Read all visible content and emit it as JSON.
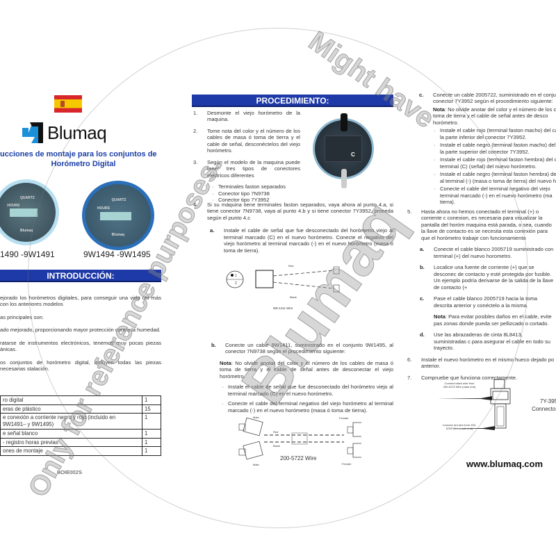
{
  "left": {
    "brand": "Blumaq",
    "title_line1": "ucciones de montaje para los conjuntos de",
    "title_line2": "Horómetro Digital",
    "gauge_text": {
      "quartz": "QUARTZ",
      "hours": "HOURS",
      "brand": "Blumaq"
    },
    "caption1": "1490 -9W1491",
    "caption2": "9W1494 -9W1495",
    "intro_header": "INTRODUCCIÓN:",
    "intro": [
      "ejorado los horómetros digitales, para conseguir  una vida útil más con los anteriores modelos",
      "as principales son:",
      "ado mejorado, proporcionando mayor protección contra la humedad.",
      "ratarse de instrumentos electrónicos, tenemos muy pocas piezas ánicas.",
      "os conjuntos de horómetro digital, incluyen todas las piezas necesarias stalación."
    ],
    "table": [
      {
        "item": "ro digital",
        "qty": "1"
      },
      {
        "item": "eras de plástico",
        "qty": "15"
      },
      {
        "item": "e conexión a corriente negro y rojo (incluido en 9W1491– y 9W1495)",
        "qty": "1"
      },
      {
        "item": "e señal blanco",
        "qty": "1"
      },
      {
        "item": " - registro horas previas",
        "qty": "1"
      },
      {
        "item": "ones de montaje",
        "qty": "1"
      }
    ],
    "doc_code": "BOIE002S"
  },
  "middle": {
    "header": "PROCEDIMIENTO:",
    "steps": [
      {
        "n": "1.",
        "text": "Desmonte el viejo horómetro de la maquina."
      },
      {
        "n": "2.",
        "text": "Tome nota del color y el número de los cables de masa ó toma de tierra y el cable de señal, desconéctelos del viejo horómetro."
      },
      {
        "n": "3.",
        "text": "Según el modelo de la maquina puede tener tres tipos de conectores eléctricos diferentes"
      }
    ],
    "connector_types": [
      "Terminales faston separados",
      "Conector tipo 7N9738",
      "Conector tipo 7Y3952"
    ],
    "photo_label": "C",
    "step4": {
      "n": "4.",
      "text": "Si su máquina tiene terminales faston separados, vaya ahora al punto 4.a, si tiene conector 7N9738, vaya al punto 4.b y si tiene conector 7Y3952, proceda según el punto 4.c"
    },
    "step4a": {
      "n": "a.",
      "text": "Instale el cable de señal que fue desconectado del horómetro viejo al terminal marcado (C) en el nuevo horómetro. Conecte el negativo del viejo horómetro al terminal marcado (-) en el nuevo horómetro (masa ó toma de tierra)."
    },
    "diagram1": {
      "pin1": "1",
      "pin2": "2",
      "red": "Red",
      "black": "Black",
      "caption": "9W-1411 Wire"
    },
    "step4b": {
      "n": "b.",
      "text": "Conecte un cable 9W1411, suministrado en el conjunto 9W1495, al conector 7N9738 según el procedimiento siguiente:"
    },
    "note_label": "Nota",
    "note_text": ": No olvide anotar del color y el número de los cables de masa ó toma de tierra y el cable de señal antes de desconectar el viejo horómetro.",
    "bullets_b": [
      "Instale el cable de señal que fue desconectado del horómetro viejo al terminal marcado (C) en el nuevo horómetro.",
      "Conecte el cable del terminal  negativo del viejo horómetro al terminal marcado (-) en el nuevo horómetro (masa ó toma de tierra)."
    ],
    "diagram2": {
      "male_top": "Male",
      "male_bottom": "Male",
      "female_top": "Female",
      "female_bottom": "Female",
      "red": "Red",
      "black": "Black",
      "caption": "200-5722 Wire"
    }
  },
  "right": {
    "step4c": {
      "n": "c.",
      "text": "Conecte un cable 2005722, suministrado en el  conju conector 7Y3952 según el procedimiento siguiente:"
    },
    "note_label": "Nota",
    "note_text": ": No olvide anotar del color y el número de los c ó toma de tierra y el  cable de señal antes de desco horómetro.",
    "bullets_c": [
      "Instale el cable rojo (terminal faston macho) del ca la parte inferior del conector 7Y3952.",
      "Instale el cable negro (terminal faston macho) del a la parte superior del conector 7Y3952.",
      "Instale el cable rojo (terminal faston hembra) del ca terminal (C) (señal) del nuevo horómetro.",
      "Instale el cable negro (terminal faston hembra) del al terminal (-) (masa o toma de tierra) del nuevo ho",
      "Conecte el cable del terminal  negativo del viejo terminal marcado (-) en el nuevo horómetro (ma tierra)."
    ],
    "step5": {
      "n": "5.",
      "text": "Hasta ahora no hemos conectado el terminal (+) o corriente c conexion, es necesaria para visualizar la pantalla del horóm maquina está parada, o sea, cuando la llave de contacto es se necesita esta conexión para que el horómetro trabaje con funcionamiento"
    },
    "step5_sub": [
      {
        "n": "a.",
        "text": "Conecte el cable blanco 2005719 suministrado con terminal (+) del nuevo horometro."
      },
      {
        "n": "b.",
        "text": "Localice una fuente de corriente (+) que se desconec de contacto y esté protegida por fusible. Un ejemplo podría derivarse de la salida de la llave de contacto (+"
      },
      {
        "n": "c.",
        "text": "Pase el cable blanco 2005719 hacia la toma descrita anterior y conéctelo a la misma."
      }
    ],
    "note2_label": "Nota",
    "note2_text": ": Para evitar posibles daños en el cable, evite pas zonas donde pueda ser pellizcado o cortado.",
    "step5d": {
      "n": "d.",
      "text": "Use las abrazaderas de cinta 8L8413, suministradas c para asegurar   el  cable en todo su trayecto."
    },
    "step6": {
      "n": "6.",
      "text": "Instale el nuevo horómetro en el mismo hueco dejado po anterior."
    },
    "step7": {
      "n": "7.",
      "text": "Compruebe que funciona correctamente."
    },
    "diagram3": {
      "black_note": "Connect black wire from 200-5722 Wire (male end)",
      "red_note": "Connect red wire from 200-5722 Wire (male end)",
      "connector_line1": "7Y-395",
      "connector_line2": "Connector"
    },
    "website": "www.blumaq.com"
  },
  "watermark": {
    "line1": "Only for reference purposes.",
    "line2": "Might have",
    "line3": "Blumaq"
  },
  "colors": {
    "header_blue": "#1e3aa8",
    "title_blue": "#1b3ea6",
    "logo_blue": "#1b8fd8"
  }
}
